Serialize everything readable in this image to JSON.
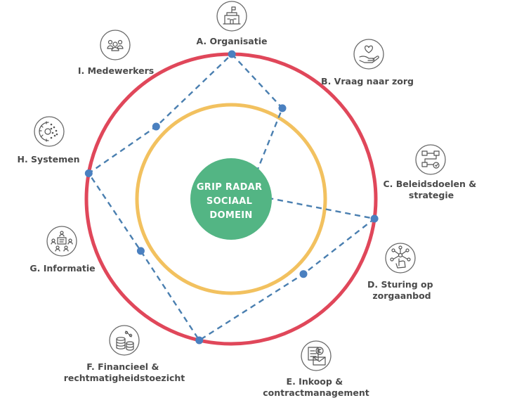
{
  "center": {
    "lines": [
      "GRIP RADAR",
      "SOCIAAL",
      "DOMEIN"
    ]
  },
  "colors": {
    "outer": "#e0475a",
    "inner": "#f2c15f",
    "center": "#53b584",
    "path": "#4a7fb0",
    "point": "#4a80c0",
    "text": "#4a4a4a"
  },
  "dimensions": [
    {
      "key": "A",
      "label_lines": [
        "A. Organisatie"
      ],
      "icon": "building-flag-icon",
      "level": 1.0
    },
    {
      "key": "B",
      "label_lines": [
        "B. Vraag naar zorg"
      ],
      "icon": "heart-hand-icon",
      "level": 0.72
    },
    {
      "key": "C",
      "label_lines": [
        "C. Beleidsdoelen &",
        "strategie"
      ],
      "icon": "flowchart-icon",
      "level": 0.12
    },
    {
      "key": "D",
      "label_lines": [
        "D. Sturing op",
        "zorgaanbod"
      ],
      "icon": "network-hand-icon",
      "level": 1.0
    },
    {
      "key": "E",
      "label_lines": [
        "E. Inkoop &",
        "contractmanagement"
      ],
      "icon": "invoice-envelope-icon",
      "level": 0.72
    },
    {
      "key": "F",
      "label_lines": [
        "F. Financieel &",
        "rechtmatigheidstoezicht"
      ],
      "icon": "coins-percent-icon",
      "level": 1.0
    },
    {
      "key": "G",
      "label_lines": [
        "G. Informatie"
      ],
      "icon": "people-screen-icon",
      "level": 0.72
    },
    {
      "key": "H",
      "label_lines": [
        "H. Systemen"
      ],
      "icon": "gear-circuit-icon",
      "level": 1.0
    },
    {
      "key": "I",
      "label_lines": [
        "I. Medewerkers"
      ],
      "icon": "group-people-icon",
      "level": 0.72
    }
  ]
}
